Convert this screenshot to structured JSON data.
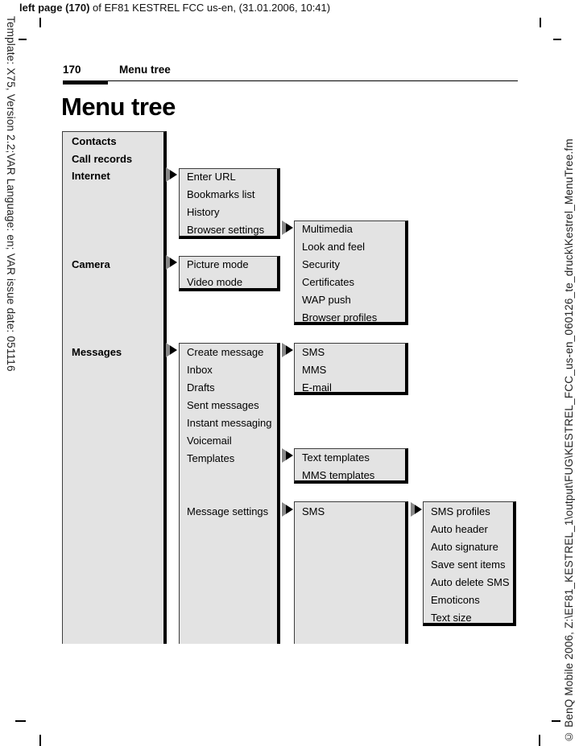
{
  "print_header": {
    "bold": "left page (170)",
    "rest": " of EF81 KESTREL FCC us-en, (31.01.2006, 10:41)"
  },
  "margins": {
    "left_text": "Template: X75, Version 2.2;VAR Language: en; VAR issue date: 051116",
    "right_text": "© BenQ Mobile 2006, Z:\\EF81_KESTREL_1\\output\\FUG\\KESTREL_FCC_us-en_060126_te_druck\\Kestrel_MenuTree.fm"
  },
  "page": {
    "number": "170",
    "running_head": "Menu tree",
    "title": "Menu tree"
  },
  "tree": {
    "main_menu": {
      "items": [
        "Contacts",
        "Call records",
        "Internet",
        "Camera",
        "Messages"
      ]
    },
    "internet_submenu": {
      "items": [
        "Enter URL",
        "Bookmarks list",
        "History",
        "Browser settings"
      ]
    },
    "camera_submenu": {
      "items": [
        "Picture mode",
        "Video mode"
      ]
    },
    "messages_submenu": {
      "items": [
        "Create message",
        "Inbox",
        "Drafts",
        "Sent messages",
        "Instant messaging",
        "Voicemail",
        "Templates",
        "Message settings"
      ]
    },
    "browser_settings_submenu": {
      "items": [
        "Multimedia",
        "Look and feel",
        "Security",
        "Certificates",
        "WAP push",
        "Browser profiles"
      ]
    },
    "create_message_submenu": {
      "items": [
        "SMS",
        "MMS",
        "E-mail"
      ]
    },
    "templates_submenu": {
      "items": [
        "Text templates",
        "MMS templates"
      ]
    },
    "message_settings_submenu": {
      "items": [
        "SMS"
      ]
    },
    "sms_settings_submenu": {
      "items": [
        "SMS profiles",
        "Auto header",
        "Auto signature",
        "Save sent items",
        "Auto delete SMS",
        "Emoticons",
        "Text size"
      ]
    }
  },
  "colors": {
    "box_fill": "#e3e3e3",
    "box_border": "#000000",
    "arrow_gray": "#878787"
  }
}
